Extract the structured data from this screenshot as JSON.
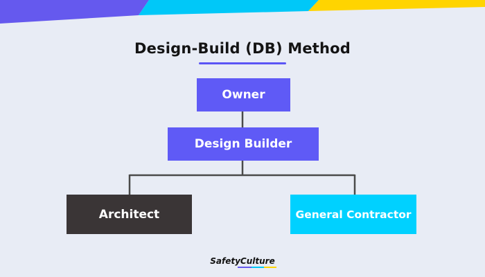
{
  "title": "Design-Build (DB) Method",
  "colors": {
    "background": "#e8ecf5",
    "accent_purple": "#5f5af6",
    "dark_box": "#3a3536",
    "cyan_box": "#00d1ff",
    "band_purple": "#6559ee",
    "band_cyan": "#00c8f8",
    "band_yellow": "#ffd400",
    "connector": "#4a4a4a"
  },
  "diagram": {
    "nodes": [
      {
        "id": "owner",
        "label": "Owner",
        "color": "#5f5af6"
      },
      {
        "id": "design-builder",
        "label": "Design Builder",
        "color": "#5f5af6"
      },
      {
        "id": "architect",
        "label": "Architect",
        "color": "#3a3536"
      },
      {
        "id": "general-contractor",
        "label": "General Contractor",
        "color": "#00d1ff"
      }
    ],
    "edges": [
      {
        "from": "owner",
        "to": "design-builder"
      },
      {
        "from": "design-builder",
        "to": "architect"
      },
      {
        "from": "design-builder",
        "to": "general-contractor"
      }
    ]
  },
  "logo": {
    "part1": "Safety",
    "part2": "Culture"
  }
}
